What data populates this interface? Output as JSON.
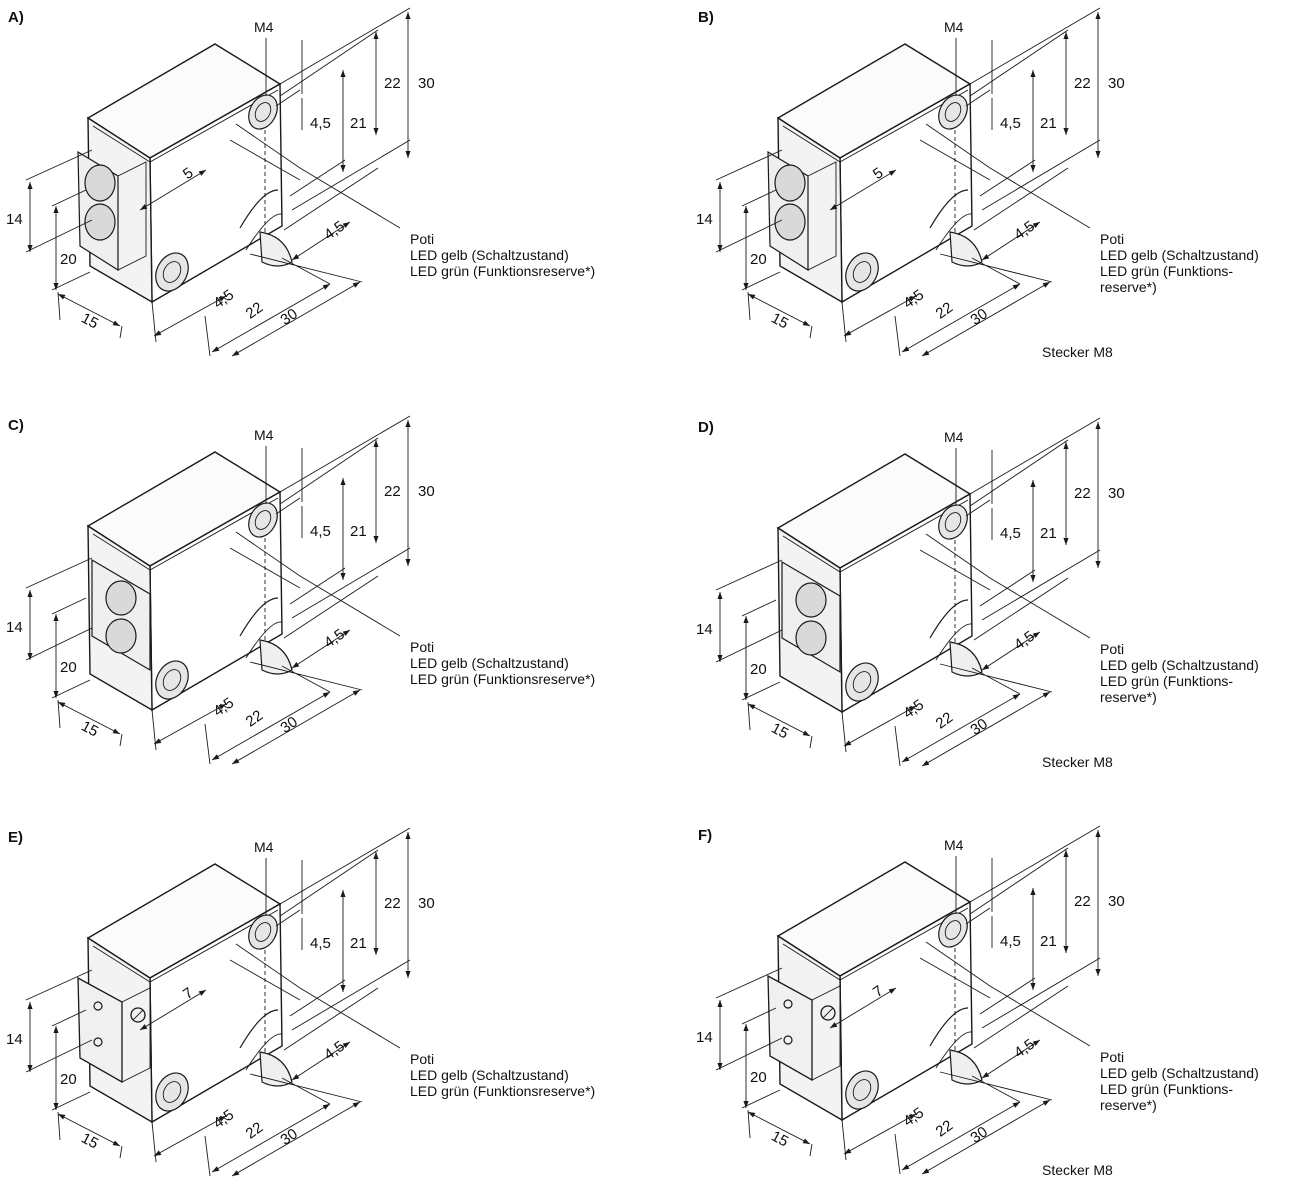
{
  "panels": [
    {
      "tag": "A)",
      "thread": "M4",
      "dims": {
        "d45a": "4,5",
        "d21": "21",
        "d22": "22",
        "d30": "30",
        "d14": "14",
        "d20": "20",
        "d15": "15",
        "dw": "5",
        "d45b": "4,5",
        "d22b": "22",
        "d30b": "30",
        "d45c": "4,5"
      },
      "callout": [
        "Poti",
        "LED gelb (Schaltzustand)",
        "LED grün (Funktionsreserve*)"
      ],
      "connector": ""
    },
    {
      "tag": "B)",
      "thread": "M4",
      "dims": {
        "d45a": "4,5",
        "d21": "21",
        "d22": "22",
        "d30": "30",
        "d14": "14",
        "d20": "20",
        "d15": "15",
        "dw": "5",
        "d45b": "4,5",
        "d22b": "22",
        "d30b": "30",
        "d45c": "4,5"
      },
      "callout": [
        "Poti",
        "LED gelb (Schaltzustand)",
        "LED grün (Funktions-",
        "reserve*)"
      ],
      "connector": "Stecker M8"
    },
    {
      "tag": "C)",
      "thread": "M4",
      "dims": {
        "d45a": "4,5",
        "d21": "21",
        "d22": "22",
        "d30": "30",
        "d14": "14",
        "d20": "20",
        "d15": "15",
        "dw": "",
        "d45b": "4,5",
        "d22b": "22",
        "d30b": "30",
        "d45c": "4,5"
      },
      "callout": [
        "Poti",
        "LED gelb (Schaltzustand)",
        "LED grün (Funktionsreserve*)"
      ],
      "connector": ""
    },
    {
      "tag": "D)",
      "thread": "M4",
      "dims": {
        "d45a": "4,5",
        "d21": "21",
        "d22": "22",
        "d30": "30",
        "d14": "14",
        "d20": "20",
        "d15": "15",
        "dw": "",
        "d45b": "4,5",
        "d22b": "22",
        "d30b": "30",
        "d45c": "4,5"
      },
      "callout": [
        "Poti",
        "LED gelb (Schaltzustand)",
        "LED grün (Funktions-",
        "reserve*)"
      ],
      "connector": "Stecker M8"
    },
    {
      "tag": "E)",
      "thread": "M4",
      "dims": {
        "d45a": "4,5",
        "d21": "21",
        "d22": "22",
        "d30": "30",
        "d14": "14",
        "d20": "20",
        "d15": "15",
        "dw": "7",
        "d45b": "4,5",
        "d22b": "22",
        "d30b": "30",
        "d45c": "4,5"
      },
      "callout": [
        "Poti",
        "LED gelb (Schaltzustand)",
        "LED grün (Funktionsreserve*)"
      ],
      "connector": ""
    },
    {
      "tag": "F)",
      "thread": "M4",
      "dims": {
        "d45a": "4,5",
        "d21": "21",
        "d22": "22",
        "d30": "30",
        "d14": "14",
        "d20": "20",
        "d15": "15",
        "dw": "7",
        "d45b": "4,5",
        "d22b": "22",
        "d30b": "30",
        "d45c": "4,5"
      },
      "callout": [
        "Poti",
        "LED gelb (Schaltzustand)",
        "LED grün (Funktions-",
        "reserve*)"
      ],
      "connector": "Stecker M8"
    }
  ]
}
